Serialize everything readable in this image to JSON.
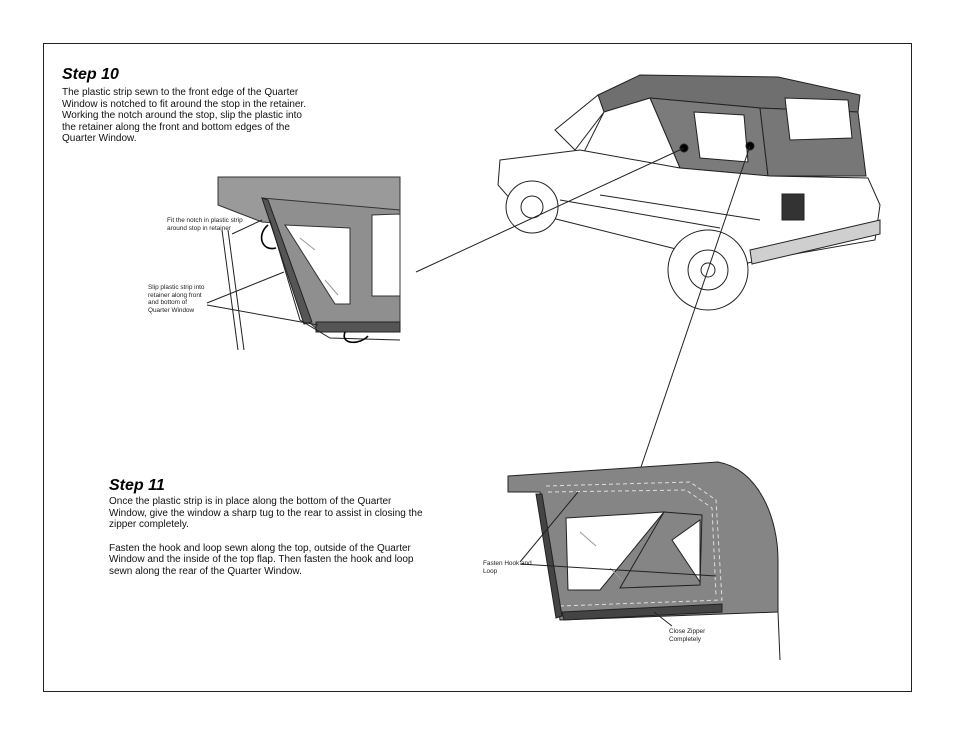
{
  "step10": {
    "title": "Step 10",
    "body": "The plastic strip sewn to the front edge of the Quarter Window is notched to fit around the stop in the retainer. Working the notch around the stop, slip the plastic into the retainer along the front and bottom edges of the Quarter Window."
  },
  "step11": {
    "title": "Step  11",
    "body_1": "Once the plastic strip is in place along the bottom of the Quarter Window, give the window a sharp tug to the rear to assist in closing the zipper completely.",
    "body_2": "Fasten the hook and loop sewn along the top, outside of the Quarter Window and the inside of the top flap. Then fasten the hook and loop sewn along the rear of the Quarter Window."
  },
  "callouts": {
    "fit_notch": "Fit the notch in plastic strip around stop in retainer",
    "slip_strip": "Slip plastic strip into retainer along front and bottom of Quarter Window",
    "fasten_hook": "Fasten Hook and Loop",
    "close_zipper": "Close Zipper Completely"
  }
}
